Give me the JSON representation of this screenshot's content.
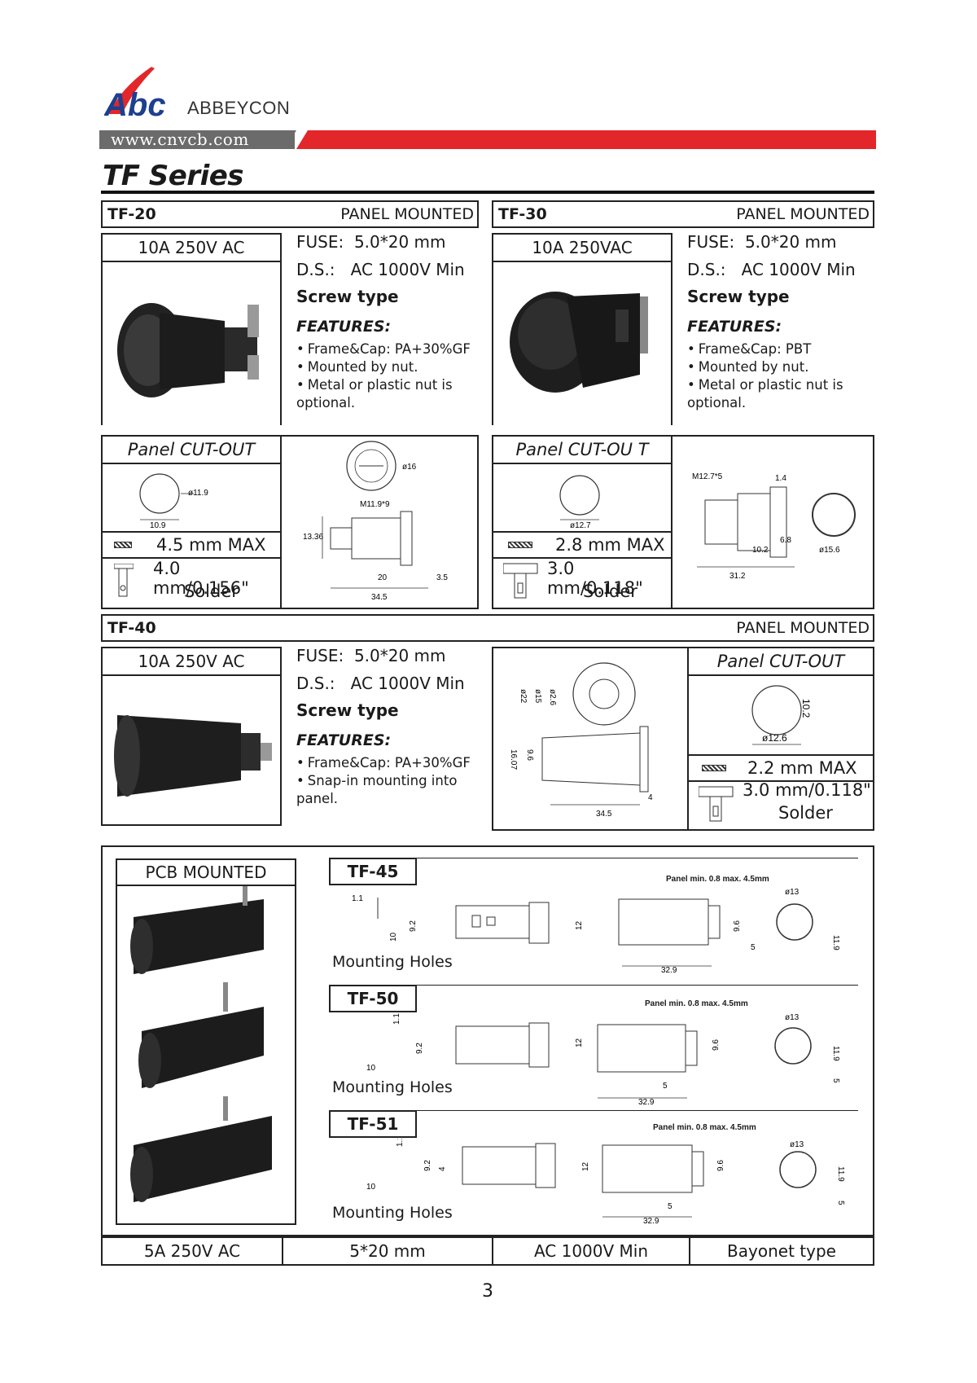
{
  "header": {
    "brand": "ABBEYCON",
    "url": "www.cnvcb.com",
    "series_title": "TF Series"
  },
  "tf20": {
    "model": "TF-20",
    "mount": "PANEL MOUNTED",
    "rating": "10A 250V AC",
    "fuse_label": "FUSE:",
    "fuse_value": "5.0*20 mm",
    "ds_label": "D.S.:",
    "ds_value": "AC 1000V Min",
    "type": "Screw type",
    "features_title": "FEATURES:",
    "features": [
      "Frame&Cap: PA+30%GF",
      "Mounted by nut.",
      "Metal or plastic nut is optional."
    ],
    "cutout_title": "Panel CUT-OUT",
    "cutout_dims": [
      "ø11.9",
      "10.9"
    ],
    "panel_thickness": "4.5 mm MAX",
    "terminal": "4.0 mm/0.156\"",
    "terminal_type": "Solder",
    "drawing_dims": [
      "ø16",
      "M11.9*9",
      "13.36",
      "20",
      "3.5",
      "34.5"
    ]
  },
  "tf30": {
    "model": "TF-30",
    "mount": "PANEL MOUNTED",
    "rating": "10A 250VAC",
    "fuse_label": "FUSE:",
    "fuse_value": "5.0*20 mm",
    "ds_label": "D.S.:",
    "ds_value": "AC 1000V Min",
    "type": "Screw type",
    "features_title": "FEATURES:",
    "features": [
      "Frame&Cap: PBT",
      "Mounted by nut.",
      "Metal or plastic nut is optional."
    ],
    "cutout_title": "Panel CUT-OU T",
    "cutout_dims": [
      "ø12.7"
    ],
    "panel_thickness": "2.8 mm MAX",
    "terminal": "3.0 mm/0.118\"",
    "terminal_type": "Solder",
    "drawing_dims": [
      "M12.7*5",
      "1.4",
      "6.8",
      "10.2",
      "ø15.6",
      "31.2"
    ]
  },
  "tf40": {
    "model": "TF-40",
    "mount": "PANEL MOUNTED",
    "rating": "10A 250V AC",
    "fuse_label": "FUSE:",
    "fuse_value": "5.0*20 mm",
    "ds_label": "D.S.:",
    "ds_value": "AC 1000V Min",
    "type": "Screw type",
    "features_title": "FEATURES:",
    "features": [
      "Frame&Cap: PA+30%GF",
      "Snap-in mounting into panel."
    ],
    "cutout_title": "Panel CUT-OUT",
    "cutout_dims": [
      "ø12.6",
      "10.2"
    ],
    "panel_thickness": "2.2 mm MAX",
    "terminal": "3.0 mm/0.118\"",
    "terminal_type": "Solder",
    "drawing_dims": [
      "ø22",
      "ø15",
      "ø2.6",
      "16.07",
      "9.6",
      "34.5",
      "4"
    ]
  },
  "pcb": {
    "header": "PCB MOUNTED",
    "models": [
      {
        "name": "TF-45",
        "note": "Panel min. 0.8 max. 4.5mm",
        "holes": "Mounting Holes",
        "dims": [
          "1.1",
          "10",
          "9.2",
          "12",
          "9.6",
          "32.9",
          "ø13",
          "11.9",
          "5"
        ]
      },
      {
        "name": "TF-50",
        "note": "Panel min. 0.8 max. 4.5mm",
        "holes": "Mounting Holes",
        "dims": [
          "1.1",
          "10",
          "9.2",
          "12",
          "9.6",
          "5",
          "32.9",
          "ø13",
          "11.9",
          "5"
        ]
      },
      {
        "name": "TF-51",
        "note": "Panel min. 0.8 max. 4.5mm",
        "holes": "Mounting Holes",
        "dims": [
          "1.1",
          "10",
          "9.2",
          "4",
          "12",
          "9.6",
          "5",
          "32.9",
          "ø13",
          "11.9",
          "5"
        ]
      }
    ],
    "footer": [
      "5A 250V AC",
      "5*20 mm",
      "AC 1000V Min",
      "Bayonet type"
    ]
  },
  "page_number": "3",
  "colors": {
    "accent_red": "#e3262a",
    "logo_blue": "#1d3f8f",
    "bar_gray": "#6b6b6b"
  }
}
